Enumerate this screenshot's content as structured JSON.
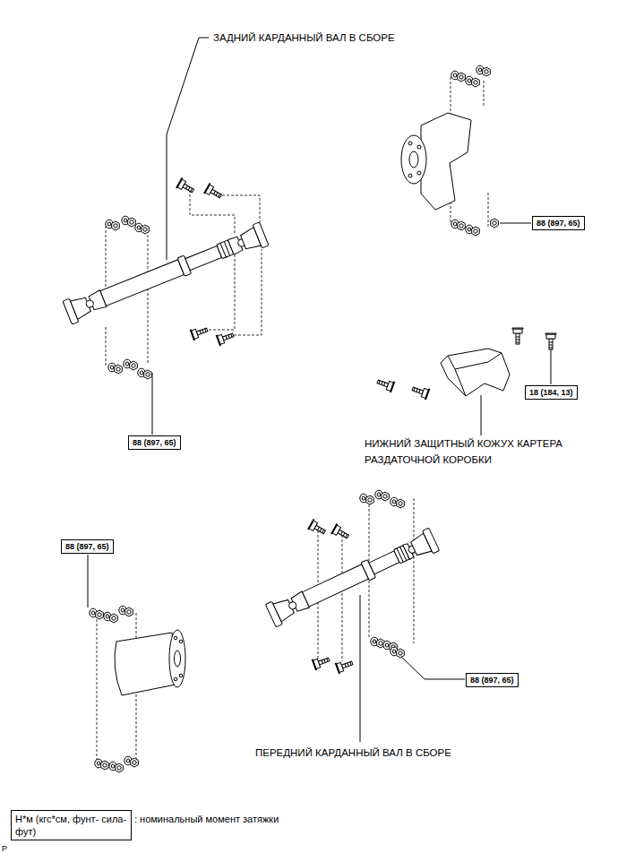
{
  "diagram": {
    "nodes": [
      {
        "text": [
          "88 (897, 65)"
        ]
      },
      {
        "text": [
          "18 (184, 13)"
        ]
      },
      {
        "text": [
          "88 (897, 65)"
        ]
      },
      {
        "text": [
          "88 (897, 65)"
        ]
      },
      {
        "text": [
          "88 (897, 65)"
        ]
      },
      {
        "text": [
          "Н*м (кгс*см, фунт- сила-фут)"
        ]
      }
    ],
    "labels": [
      "ЗАДНИЙ КАРДАННЫЙ ВАЛ В СБОРЕ",
      "НИЖНИЙ ЗАЩИТНЫЙ КОЖУХ КАРТЕРА РАЗДАТОЧНОЙ КОРОБКИ",
      "ПЕРЕДНИЙ КАРДАННЫЙ ВАЛ В СБОРЕ",
      ": номинальный момент затяжки",
      "P"
    ]
  }
}
